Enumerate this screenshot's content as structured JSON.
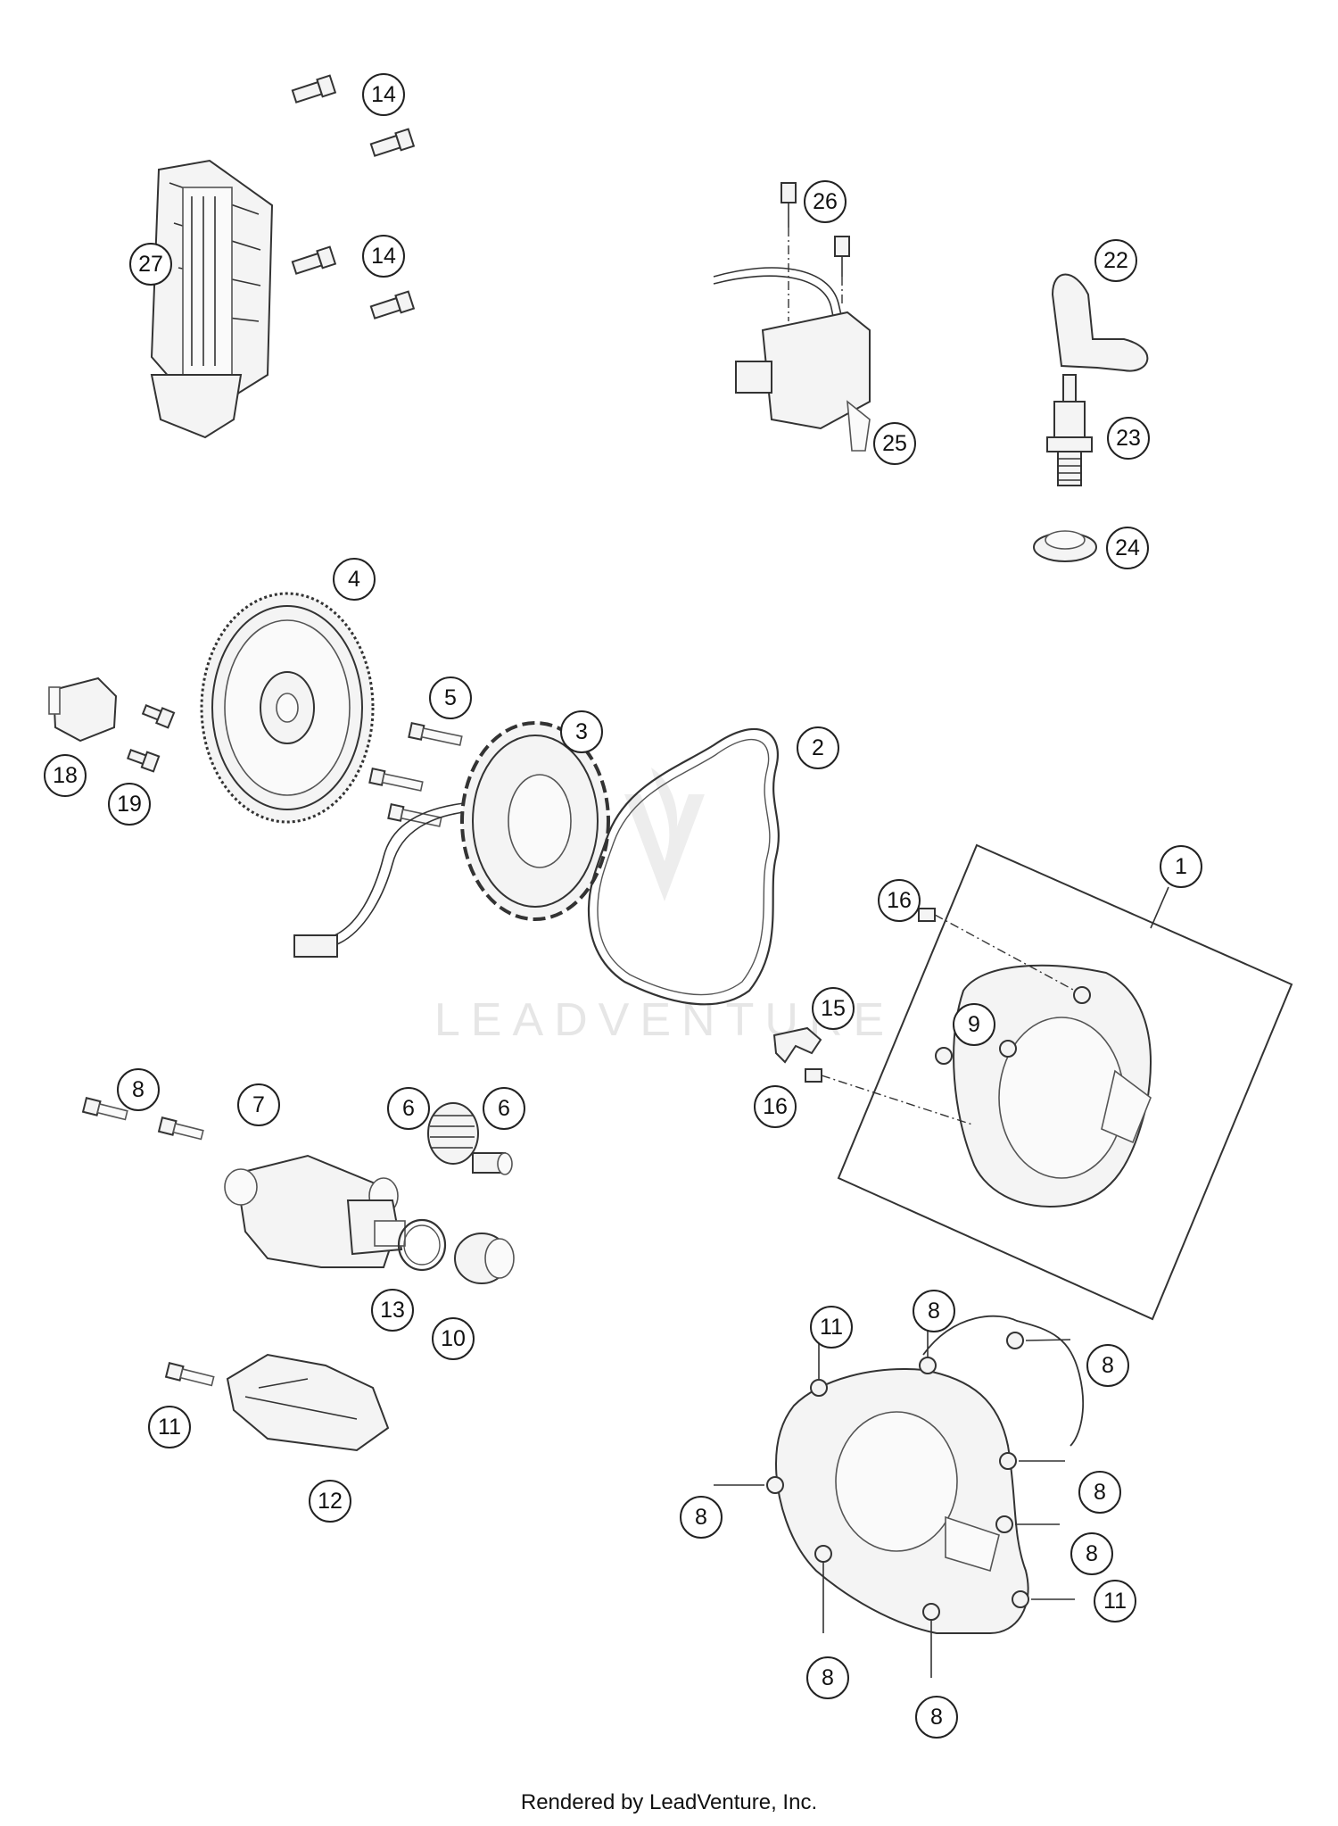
{
  "callouts": {
    "c27": "27",
    "c14a": "14",
    "c14b": "14",
    "c26": "26",
    "c25": "25",
    "c22": "22",
    "c23": "23",
    "c24": "24",
    "c4": "4",
    "c5": "5",
    "c3": "3",
    "c2": "2",
    "c1": "1",
    "c18": "18",
    "c19": "19",
    "c16a": "16",
    "c16b": "16",
    "c15": "15",
    "c9": "9",
    "c8a": "8",
    "c7": "7",
    "c6a": "6",
    "c6b": "6",
    "c13": "13",
    "c10": "10",
    "c11a": "11",
    "c12": "12",
    "c11b": "11",
    "c8b": "8",
    "c8c": "8",
    "c8d": "8",
    "c8e": "8",
    "c8f": "8",
    "c11c": "11",
    "c8g": "8",
    "c8h": "8"
  },
  "watermark": "LEADVENTURE",
  "footer": "Rendered by LeadVenture, Inc.",
  "colors": {
    "line": "#333333",
    "background": "#ffffff",
    "watermark": "#e4e4e4"
  }
}
